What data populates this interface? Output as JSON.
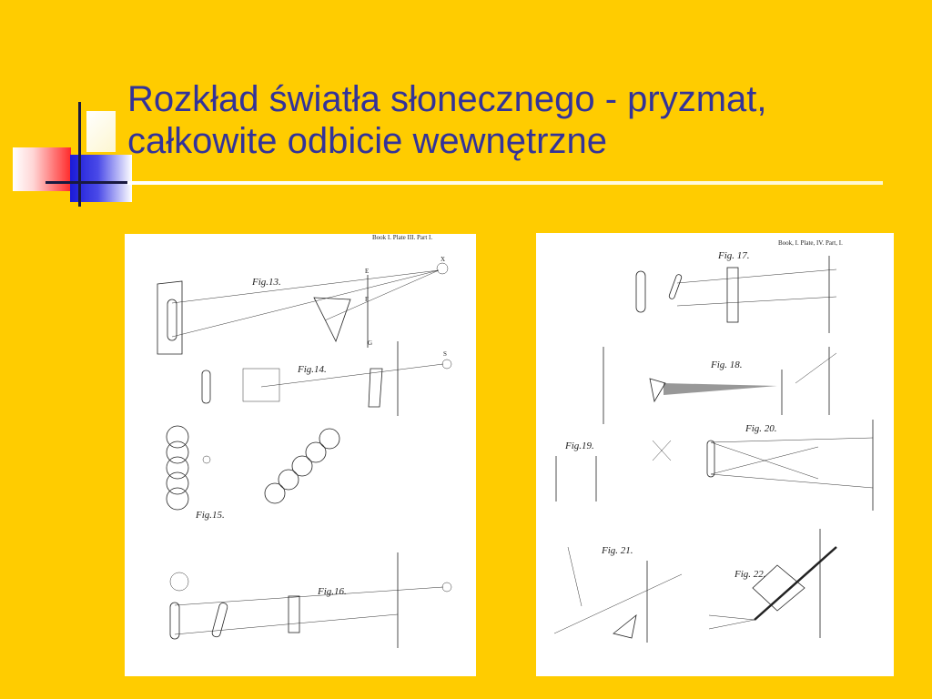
{
  "slide": {
    "title_line1": "Rozkład światła słonecznego - pryzmat,",
    "title_line2": "całkowite odbicie wewnętrzne"
  },
  "colors": {
    "background": "#FFCC00",
    "title": "#333399"
  },
  "plate_left": {
    "header": "Book I. Plate III. Part I.",
    "fig13": "Fig.13.",
    "fig14": "Fig.14.",
    "fig15": "Fig.15.",
    "fig16": "Fig.16."
  },
  "plate_right": {
    "header": "Book, I. Plate, IV. Part, I.",
    "fig17": "Fig. 17.",
    "fig18": "Fig. 18.",
    "fig19": "Fig.19.",
    "fig20": "Fig. 20.",
    "fig21": "Fig. 21.",
    "fig22": "Fig. 22."
  }
}
